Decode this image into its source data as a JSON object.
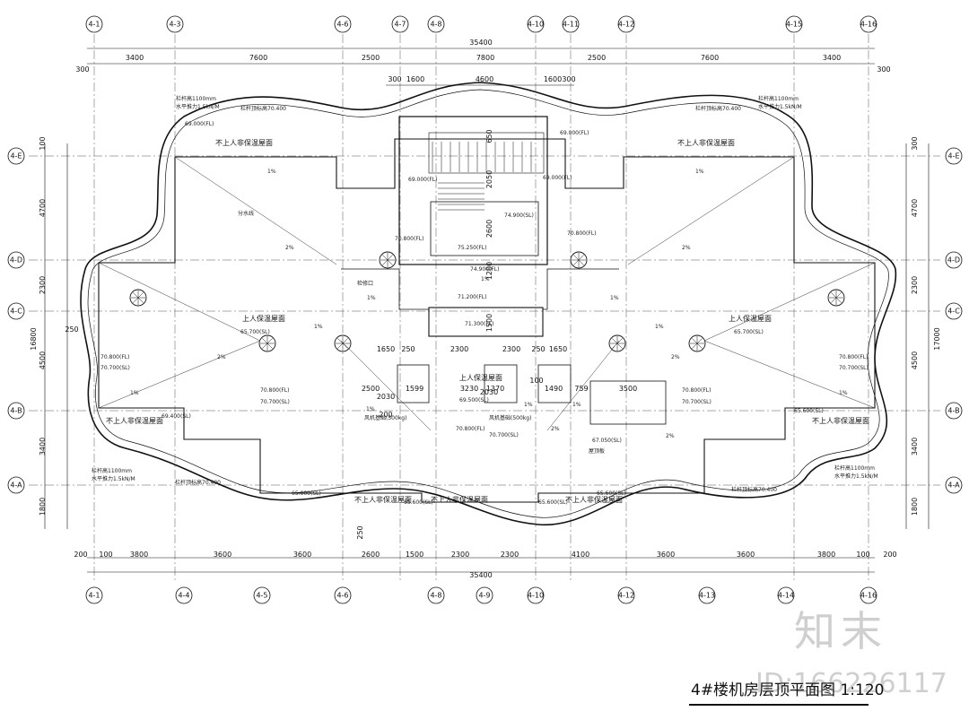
{
  "drawing": {
    "title": "4#楼机房层顶平面图 1:120",
    "watermark_logo": "知末",
    "watermark_id": "ID:166226117"
  },
  "axes_top": [
    "4-1",
    "4-3",
    "4-6",
    "4-7",
    "4-8",
    "4-10",
    "4-11",
    "4-12",
    "4-15",
    "4-16"
  ],
  "axes_bottom": [
    "4-1",
    "4-4",
    "4-5",
    "4-6",
    "4-8",
    "4-9",
    "4-10",
    "4-12",
    "4-13",
    "4-14",
    "4-16"
  ],
  "axes_left": [
    "4-E",
    "4-D",
    "4-C",
    "4-B",
    "4-A"
  ],
  "axes_right": [
    "4-E",
    "4-D",
    "4-C",
    "4-B",
    "4-A"
  ],
  "dims": {
    "top_total": "35400",
    "top_row": [
      "3400",
      "7600",
      "2500",
      "7800",
      "2500",
      "7600",
      "3400"
    ],
    "top_edge": [
      "300",
      "300"
    ],
    "top_sub": [
      "300",
      "1600",
      "4600",
      "1600",
      "300"
    ],
    "bottom_row": [
      "3800",
      "3600",
      "3600",
      "2600",
      "1500",
      "2300",
      "2300",
      "4100",
      "3600",
      "3600",
      "3800"
    ],
    "bottom_edge": [
      "200",
      "100",
      "100",
      "200"
    ],
    "bottom_total": "35400",
    "left_segments": [
      "100",
      "4700",
      "2300",
      "4500",
      "3400",
      "1800"
    ],
    "left_total": "16800",
    "right_segments": [
      "300",
      "4700",
      "2300",
      "4500",
      "3400",
      "1800"
    ],
    "right_total": "17000",
    "left_small": "250",
    "bottom_small": "250",
    "mid_row": [
      "1650",
      "250",
      "2300",
      "2300",
      "250",
      "1650"
    ],
    "mid_boxes": [
      "1599",
      "3230",
      "1370",
      "1490",
      "3500"
    ],
    "mid_misc": [
      "2500",
      "2030",
      "2030",
      "100",
      "759",
      "200"
    ],
    "stair_dims": [
      "650",
      "2050",
      "2600",
      "1200",
      "1500"
    ]
  },
  "roof_labels": {
    "upper_left": "上人保温屋面",
    "upper_right": "上人保温屋面",
    "center": "上人保温屋面",
    "nonaccess_top_left": "不上人非保温屋面",
    "nonaccess_top_right": "不上人非保温屋面",
    "nonaccess_bottom_left": "不上人非保温屋面",
    "nonaccess_bottom_mid": "不上人非保温屋面",
    "nonaccess_bottom_right": "不上人非保温屋面",
    "nonaccess_mid_left": "不上人非保温屋面",
    "nonaccess_mid_right": "不上人非保温屋面"
  },
  "elevations": {
    "e1": "65.700(SL)",
    "e2": "65.700(SL)",
    "e3": "70.800(FL)",
    "e4": "70.700(SL)",
    "e5": "70.800(FL)",
    "e6": "70.700(SL)",
    "e7": "70.800(FL)",
    "e8": "70.700(SL)",
    "e9": "70.800(FL)",
    "e10": "70.700(SL)",
    "e11": "69.000(FL)",
    "e12": "69.000(FL)",
    "e13": "74.900(SL)",
    "e14": "75.250(FL)",
    "e15": "74.900(FL)",
    "e16": "71.200(FL)",
    "e17": "71.300(FL)",
    "e18": "69.500(SL)",
    "e19": "70.800(FL)",
    "e20": "70.700(SL)",
    "e21": "67.050(SL)",
    "e22": "65.600(SL)",
    "e23": "65.600(SL)",
    "e24": "65.600(SL)",
    "e25": "65.600(SL)",
    "e26": "65.600(SL)",
    "e27": "69.400(SL)",
    "e28": "69.000(FL)",
    "e29": "69.000(FL)",
    "e30": "70.800(FL)",
    "e31": "70.800(FL)"
  },
  "slopes": [
    "1%",
    "2%",
    "1%",
    "1%",
    "1%",
    "2%",
    "1%",
    "1%",
    "2%",
    "2%",
    "1%",
    "1%",
    "1%",
    "1%",
    "2%",
    "2%",
    "1%",
    "1%"
  ],
  "notes": {
    "railing_h1": "栏杆高1100mm",
    "railing_load1": "水平推力1.5kN/M",
    "railing_h2": "栏杆高1100mm",
    "railing_load2": "水平推力1.5kN/M",
    "railing_h3": "栏杆高1100mm",
    "railing_load3": "水平推力1.5kN/M",
    "railing_h4": "栏杆高1100mm",
    "railing_load4": "水平推力1.5kN/M",
    "railing_top1": "栏杆顶标高70.400",
    "railing_top2": "栏杆顶标高70.400",
    "railing_top3": "栏杆顶标高70.400",
    "railing_top4": "栏杆顶标高70.400",
    "fan1": "风机基础(500kg)",
    "fan2": "风机基础(500kg)",
    "hatch": "检修口",
    "slab": "屋顶板",
    "ridge": "分水线"
  }
}
